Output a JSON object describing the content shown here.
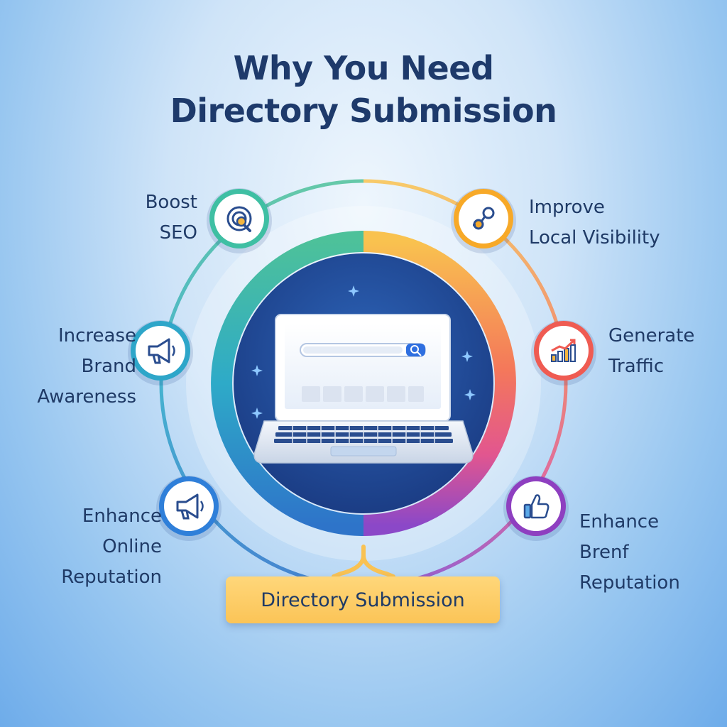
{
  "title": {
    "line1": "Why You Need",
    "line2": "Directory Submission"
  },
  "benefits": [
    {
      "label": "Boost\nSEO",
      "icon": "target-search-icon",
      "color": "#3fbfa3"
    },
    {
      "label": "Improve\nLocal Visibility",
      "icon": "location-link-icon",
      "color": "#f7a928"
    },
    {
      "label": "Increase\nBrand\nAwareness",
      "icon": "megaphone-icon",
      "color": "#2ea6c9"
    },
    {
      "label": "Generate\nTraffic",
      "icon": "growth-chart-icon",
      "color": "#ef5b52"
    },
    {
      "label": "Enhance\nOnline\nReputation",
      "icon": "megaphone-icon",
      "color": "#2f7fd9"
    },
    {
      "label": "Enhance\nBrenf\nReputation",
      "icon": "thumbs-up-icon",
      "color": "#8e3fc0"
    }
  ],
  "center": {
    "label": "Directory Submission",
    "accent": "#f9c253"
  }
}
